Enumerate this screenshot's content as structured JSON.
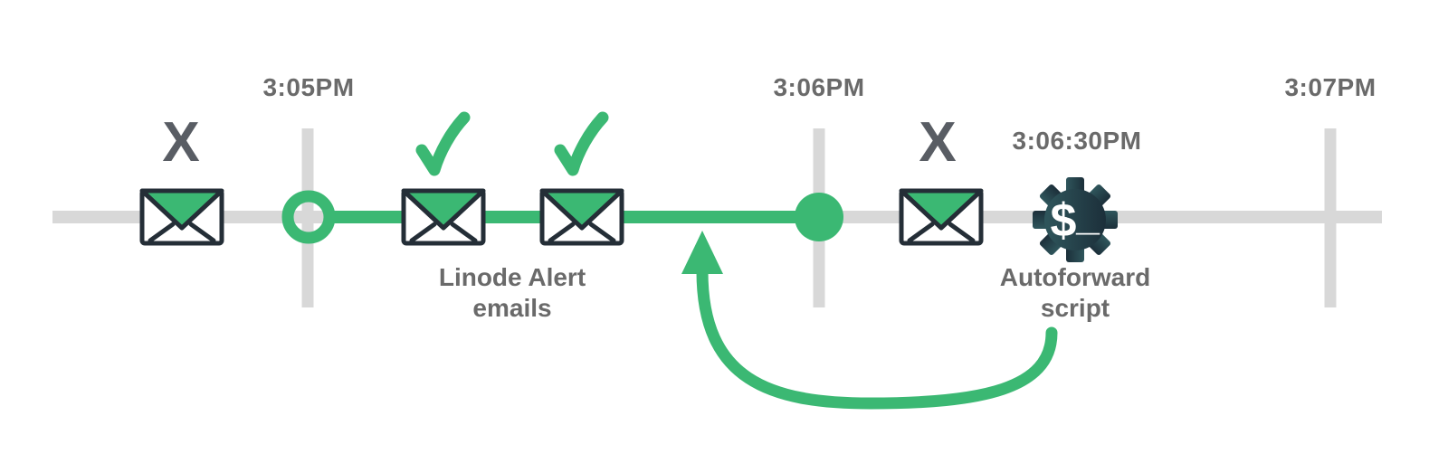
{
  "diagram": {
    "colors": {
      "background": "#ffffff",
      "green": "#3bb873",
      "track": "#d8d8d8",
      "text": "#6a6a6a",
      "x_mark": "#595d64",
      "outline": "#242e37",
      "gear_gradient_start": "#2f565c",
      "gear_gradient_end": "#1c2f3a"
    },
    "ticks": [
      {
        "time": "3:05PM"
      },
      {
        "time": "3:06PM"
      },
      {
        "time": "3:07PM"
      }
    ],
    "events": [
      {
        "type": "email",
        "marker": "X"
      },
      {
        "type": "email",
        "marker": "✓"
      },
      {
        "type": "email",
        "marker": "✓"
      },
      {
        "type": "email",
        "marker": "X"
      }
    ],
    "alert_label": {
      "line1": "Linode Alert",
      "line2": "emails"
    },
    "script_event": {
      "time": "3:06:30PM",
      "label_line1": "Autoforward",
      "label_line2": "script",
      "prompt_dollar": "$",
      "prompt_cursor": "_"
    },
    "icons": {
      "envelope": "email envelope with green flap",
      "check": "green checkmark",
      "x": "gray X failure mark",
      "gear": "dark gear with shell prompt $_",
      "loop_arrow": "green curved arrow looping from script back to timeline",
      "ring": "hollow green circle at 3:05PM",
      "dot": "solid green circle at 3:06PM"
    }
  }
}
